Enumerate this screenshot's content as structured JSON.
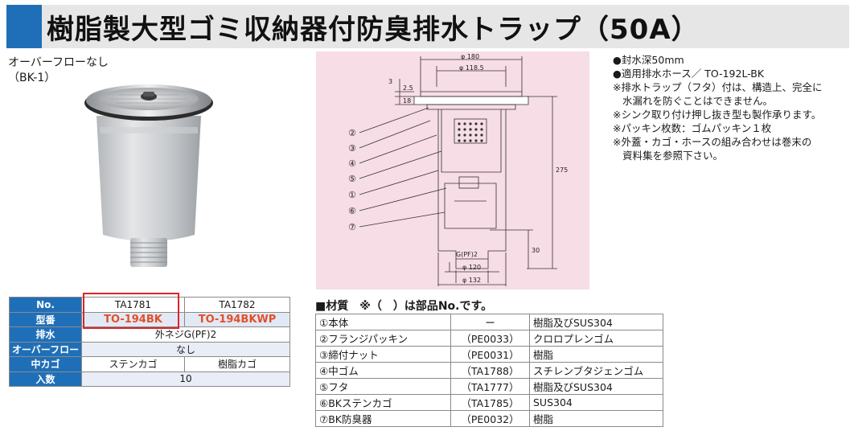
{
  "title": "樹脂製大型ゴミ収納器付防臭排水トラップ（50A）",
  "product": {
    "overflow_label": "オーバーフローなし",
    "variant_code": "（BK-1）"
  },
  "spec_table": {
    "rows": [
      {
        "header": "No.",
        "cells": [
          "TA1781",
          "TA1782"
        ]
      },
      {
        "header": "型番",
        "cells": [
          "TO-194BK",
          "TO-194BKWP"
        ]
      },
      {
        "header": "排水",
        "cells": [
          "外ネジG(PF)2"
        ]
      },
      {
        "header": "オーバーフロー",
        "cells": [
          "なし"
        ]
      },
      {
        "header": "中カゴ",
        "cells": [
          "ステンカゴ",
          "樹脂カゴ"
        ]
      },
      {
        "header": "入数",
        "cells": [
          "10"
        ]
      }
    ]
  },
  "diagram": {
    "dims": {
      "d180": "φ 180",
      "d118": "φ 118.5",
      "h3": "3",
      "h25": "2.5",
      "h18": "18",
      "h275": "275",
      "h30": "30",
      "thread": "G(PF)2",
      "d120": "φ 120",
      "d132": "φ 132"
    },
    "callouts": [
      "②",
      "③",
      "④",
      "⑤",
      "①",
      "⑥",
      "⑦"
    ]
  },
  "notes": [
    "●封水深50mm",
    "●適用排水ホース／ TO-192L-BK",
    "※排水トラップ（フタ）付は、構造上、完全に",
    "水漏れを防ぐことはできません。",
    "※シンク取り付け押し抜き型も製作承ります。",
    "※パッキン枚数：ゴムパッキン１枚",
    "※外蓋・カゴ・ホースの組み合わせは巻末の",
    "資料集を参照下さい。"
  ],
  "materials": {
    "title": "■材質　※（　）は部品No.です。",
    "rows": [
      [
        "①本体",
        "ー",
        "樹脂及びSUS304"
      ],
      [
        "②フランジパッキン",
        "（PE0033）",
        "クロロプレンゴム"
      ],
      [
        "③締付ナット",
        "（PE0031）",
        "樹脂"
      ],
      [
        "④中ゴム",
        "（TA1788）",
        "スチレンブタジェンゴム"
      ],
      [
        "⑤フタ",
        "（TA1777）",
        "樹脂及びSUS304"
      ],
      [
        "⑥BKステンカゴ",
        "（TA1785）",
        "SUS304"
      ],
      [
        "⑦BK防臭器",
        "（PE0032）",
        "樹脂"
      ]
    ]
  },
  "colors": {
    "accent": "#1f6fb8",
    "model_text": "#e0502a",
    "highlight": "#d9262b",
    "diagram_bg": "#f7dde5"
  }
}
